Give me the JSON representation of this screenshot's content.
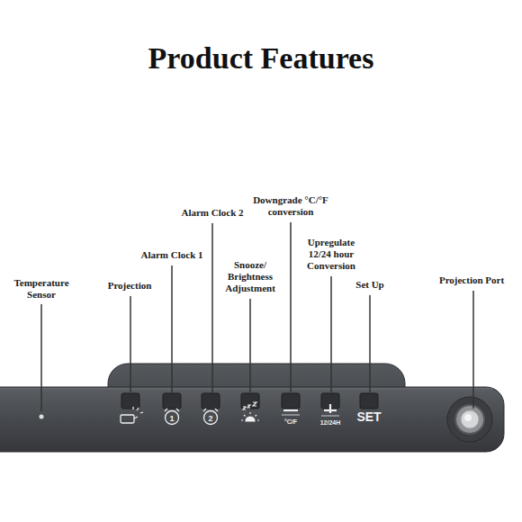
{
  "diagram": {
    "title": "Product Features",
    "labels": [
      "Temperature Sensor",
      "Projection",
      "Alarm Clock 1",
      "Alarm Clock 2",
      "Snooze/ Brightness Adjustment",
      "Downgrade °C/°F conversion",
      "Upregulate 12/24 hour Conversion",
      "Set Up",
      "Projection Port",
      "1",
      "2",
      "°C/F",
      "12/24H",
      "SET"
    ]
  }
}
